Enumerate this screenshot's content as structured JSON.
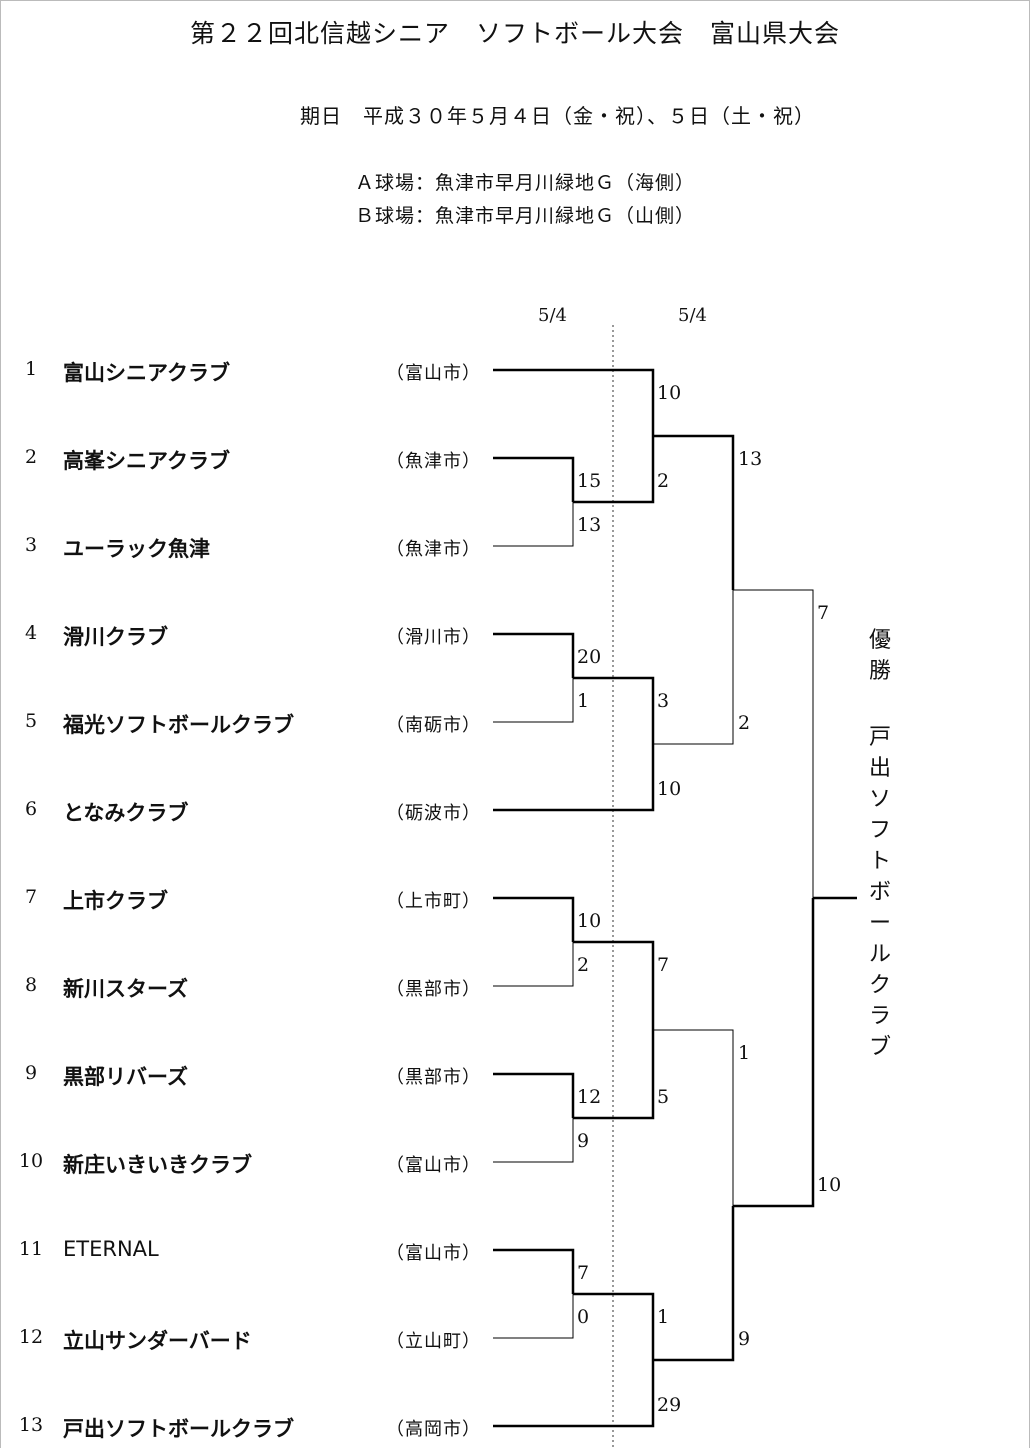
{
  "title": "第２２回北信越シニア　ソフトボール大会　富山県大会",
  "date_line": "期日　平成３０年５月４日（金・祝）、５日（土・祝）",
  "venues": [
    "Ａ球場：魚津市早月川緑地Ｇ（海側）",
    "Ｂ球場：魚津市早月川緑地Ｇ（山側）"
  ],
  "round_dates": [
    "5/4",
    "5/4"
  ],
  "teams": [
    {
      "seed": "1",
      "name": "富山シニアクラブ",
      "city": "（富山市）"
    },
    {
      "seed": "2",
      "name": "高峯シニアクラブ",
      "city": "（魚津市）"
    },
    {
      "seed": "3",
      "name": "ユーラック魚津",
      "city": "（魚津市）"
    },
    {
      "seed": "4",
      "name": "滑川クラブ",
      "city": "（滑川市）"
    },
    {
      "seed": "5",
      "name": "福光ソフトボールクラブ",
      "city": "（南砺市）"
    },
    {
      "seed": "6",
      "name": "となみクラブ",
      "city": "（砺波市）"
    },
    {
      "seed": "7",
      "name": "上市クラブ",
      "city": "（上市町）"
    },
    {
      "seed": "8",
      "name": "新川スターズ",
      "city": "（黒部市）"
    },
    {
      "seed": "9",
      "name": "黒部リバーズ",
      "city": "（黒部市）"
    },
    {
      "seed": "10",
      "name": "新庄いきいきクラブ",
      "city": "（富山市）"
    },
    {
      "seed": "11",
      "name": "ETERNAL",
      "city": "（富山市）"
    },
    {
      "seed": "12",
      "name": "立山サンダーバード",
      "city": "（立山町）"
    },
    {
      "seed": "13",
      "name": "戸出ソフトボールクラブ",
      "city": "（高岡市）"
    }
  ],
  "scores": {
    "r1_m1_top": "15",
    "r1_m1_bot": "13",
    "r1_m2_top": "20",
    "r1_m2_bot": "1",
    "r1_m3_top": "10",
    "r1_m3_bot": "2",
    "r1_m4_top": "12",
    "r1_m4_bot": "9",
    "r1_m5_top": "7",
    "r1_m5_bot": "0",
    "r2_m1_top": "10",
    "r2_m1_bot": "2",
    "r2_m2_top": "3",
    "r2_m2_bot": "10",
    "r2_m3_top": "7",
    "r2_m3_bot": "5",
    "r2_m4_top": "1",
    "r2_m4_bot": "29",
    "sf1_top": "13",
    "sf1_bot": "2",
    "sf2_top": "1",
    "sf2_bot": "9",
    "final_top": "7",
    "final_bot": "10"
  },
  "champion_label": [
    "優",
    "勝"
  ],
  "champion_name": [
    "戸",
    "出",
    "ソ",
    "フ",
    "ト",
    "ボ",
    "ー",
    "ル",
    "ク",
    "ラ",
    "ブ"
  ]
}
